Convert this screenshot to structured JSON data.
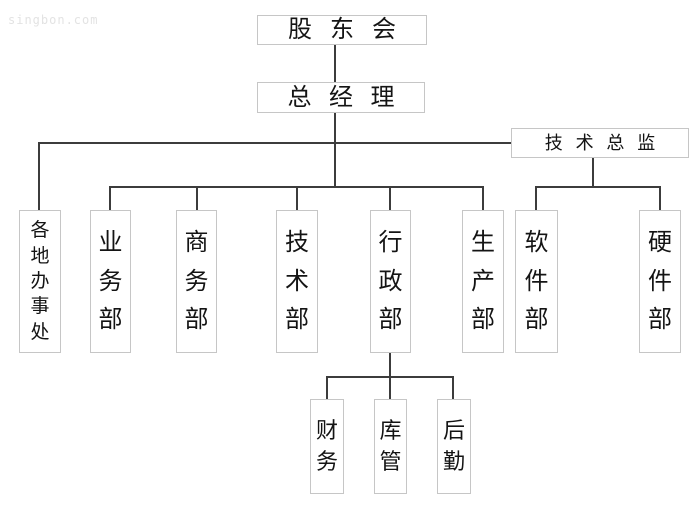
{
  "page": {
    "watermark": "singbon.com",
    "background_color": "#ffffff"
  },
  "colors": {
    "connector_line": "#3c3c3c",
    "box_border": "#c6c6c6",
    "text": "#141414",
    "watermark_text": "#e3e3e3"
  },
  "org_chart": {
    "type": "tree",
    "root": {
      "id": "shareholders",
      "label": "股东会"
    },
    "general_manager": {
      "id": "general_manager",
      "label": "总经理",
      "parent": "shareholders"
    },
    "technical_director": {
      "id": "technical_director",
      "label": "技术总监",
      "parent": "general_manager"
    },
    "departments": [
      {
        "id": "regional_offices",
        "label": "各地办事处",
        "parent": "general_manager"
      },
      {
        "id": "business_dept",
        "label": "业务部",
        "parent": "general_manager"
      },
      {
        "id": "commerce_dept",
        "label": "商务部",
        "parent": "general_manager"
      },
      {
        "id": "technology_dept",
        "label": "技术部",
        "parent": "general_manager"
      },
      {
        "id": "administration_dept",
        "label": "行政部",
        "parent": "general_manager"
      },
      {
        "id": "production_dept",
        "label": "生产部",
        "parent": "general_manager"
      },
      {
        "id": "software_dept",
        "label": "软件部",
        "parent": "technical_director"
      },
      {
        "id": "hardware_dept",
        "label": "硬件部",
        "parent": "technical_director"
      }
    ],
    "admin_sub_departments": [
      {
        "id": "finance",
        "label": "财务",
        "parent": "administration_dept"
      },
      {
        "id": "warehouse",
        "label": "库管",
        "parent": "administration_dept"
      },
      {
        "id": "logistics",
        "label": "后勤",
        "parent": "administration_dept"
      }
    ]
  }
}
